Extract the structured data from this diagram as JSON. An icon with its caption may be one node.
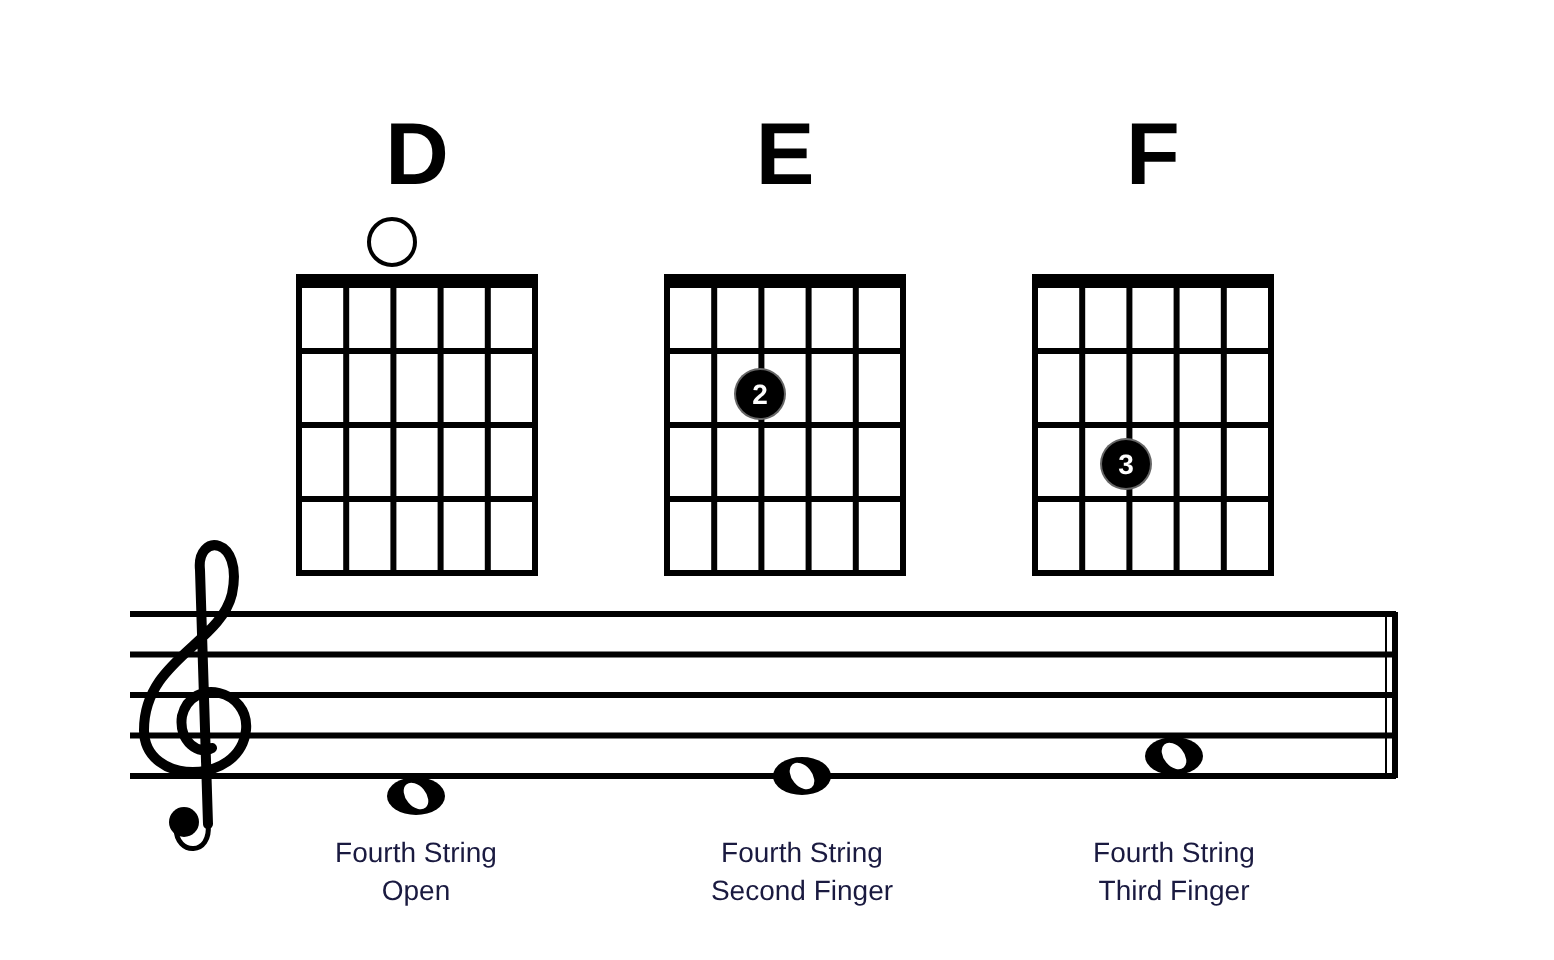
{
  "diagram": {
    "nodes": [
      {
        "text": [
          "D"
        ]
      },
      {
        "text": [],
        "shape": "circle",
        "in": 0
      },
      {
        "text": [
          "E"
        ]
      },
      {
        "text": [
          "2"
        ],
        "in": 2
      },
      {
        "text": [
          "F"
        ]
      },
      {
        "text": [
          "3"
        ],
        "in": 4
      },
      {
        "text": [],
        "shape": "note",
        "beside": [
          "Fourth String",
          "Open"
        ]
      },
      {
        "text": [],
        "shape": "note",
        "beside": [
          "Fourth String",
          "Second Finger"
        ]
      },
      {
        "text": [],
        "shape": "note",
        "beside": [
          "Fourth String",
          "Third Finger"
        ]
      }
    ],
    "edges": []
  }
}
